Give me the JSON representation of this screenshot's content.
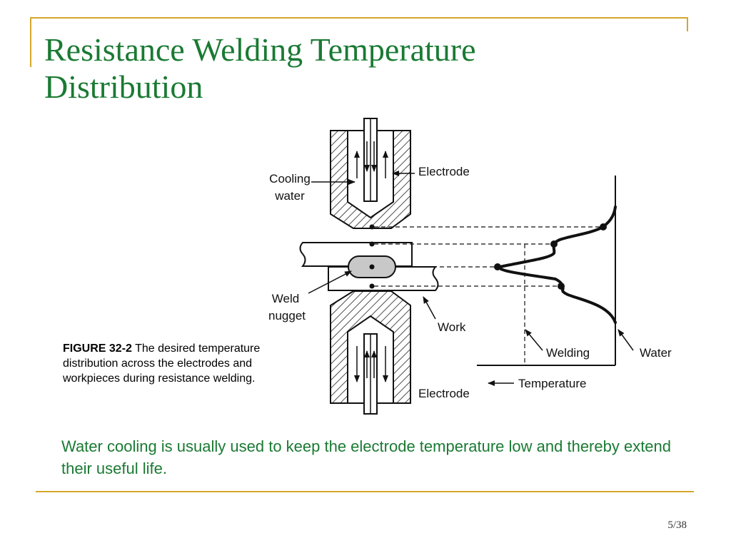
{
  "slide": {
    "title_line1": "Resistance Welding Temperature",
    "title_line2": "Distribution",
    "body_text": "Water cooling is usually used to keep the electrode temperature low and thereby extend their useful life.",
    "page_number": "5/38"
  },
  "figure": {
    "caption_number": "FIGURE 32-2",
    "caption_text": " The desired temperature distribution across the electrodes and workpieces during resistance welding.",
    "labels": {
      "cooling_line1": "Cooling",
      "cooling_line2": "water",
      "electrode_top": "Electrode",
      "electrode_bottom": "Electrode",
      "weld_line1": "Weld",
      "weld_line2": "nugget",
      "work": "Work",
      "welding": "Welding",
      "water": "Water",
      "temperature": "Temperature"
    }
  },
  "colors": {
    "title": "#1a7a33",
    "body_text": "#1a7a33",
    "frame": "#d4a72c",
    "nugget_fill": "#c8c8c8"
  }
}
